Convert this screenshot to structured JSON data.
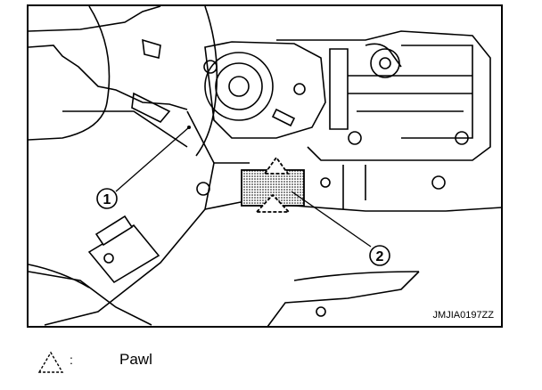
{
  "figure": {
    "image_code": "JMJIA0197ZZ",
    "callouts": [
      {
        "number": "1"
      },
      {
        "number": "2"
      }
    ]
  },
  "legend": {
    "symbol": "dashed-triangle-pawl-icon",
    "separator": ":",
    "text": "Pawl"
  }
}
